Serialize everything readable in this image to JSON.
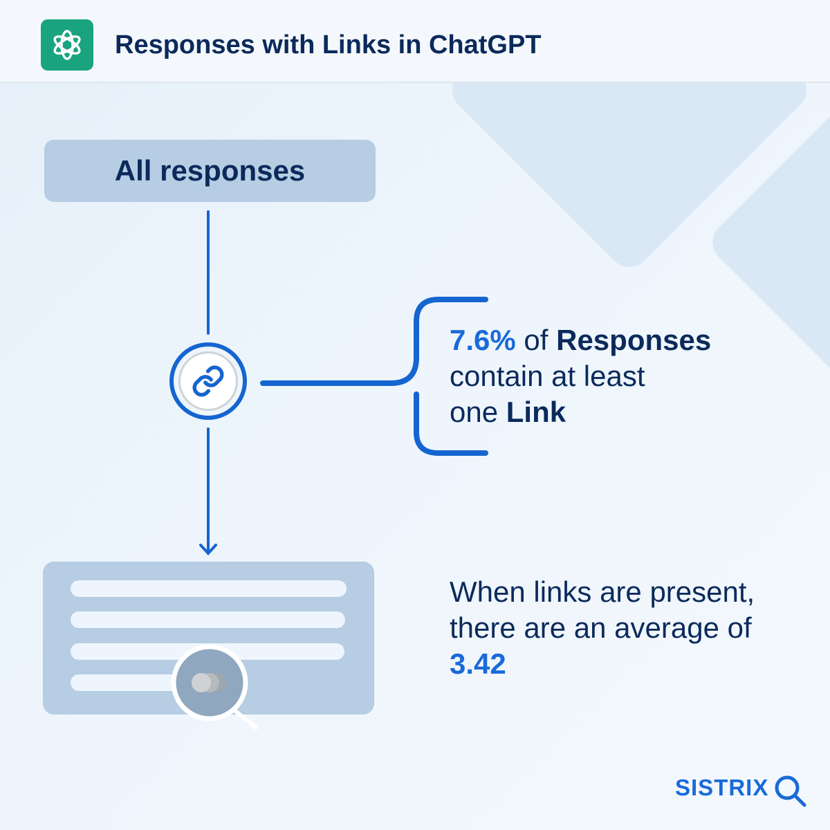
{
  "header": {
    "title": "Responses with Links in ChatGPT",
    "logo_icon": "openai-logo-icon"
  },
  "top_box": {
    "label": "All responses"
  },
  "stat1": {
    "value": "7.6%",
    "of": " of ",
    "subject": "Responses",
    "line2": "contain at least",
    "line3_pre": "one ",
    "line3_bold": "Link"
  },
  "stat2": {
    "line1": "When links are present,",
    "line2": "there are an average of",
    "value": "3.42"
  },
  "brand": {
    "name": "SISTRIX"
  },
  "colors": {
    "accent": "#1a6ad8",
    "dark": "#0b2a5b",
    "box": "#b6cde3",
    "logo_bg": "#1aa37f"
  }
}
